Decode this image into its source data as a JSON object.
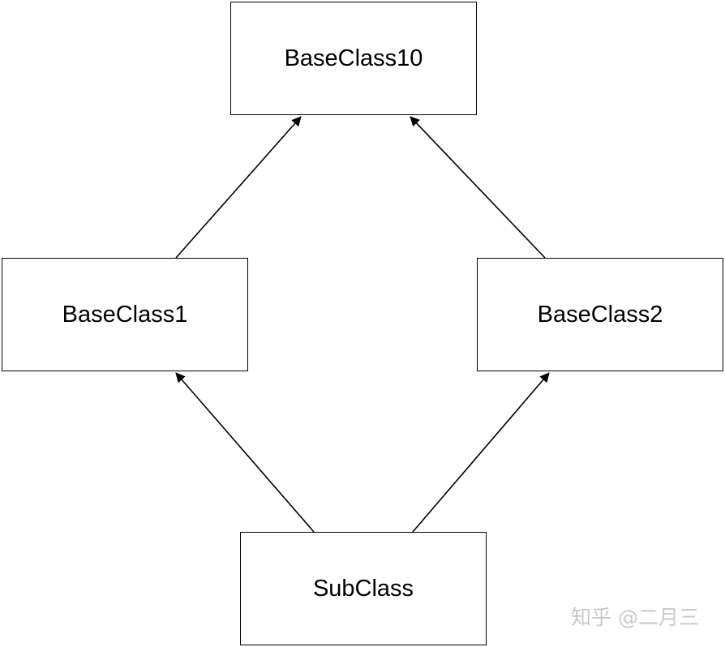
{
  "diagram": {
    "nodes": {
      "top": "BaseClass10",
      "left": "BaseClass1",
      "right": "BaseClass2",
      "bottom": "SubClass"
    },
    "edges": [
      {
        "from": "left",
        "to": "top"
      },
      {
        "from": "right",
        "to": "top"
      },
      {
        "from": "bottom",
        "to": "left"
      },
      {
        "from": "bottom",
        "to": "right"
      }
    ],
    "line_color": "#000000"
  },
  "watermark": {
    "text": "知乎 @二月三"
  }
}
